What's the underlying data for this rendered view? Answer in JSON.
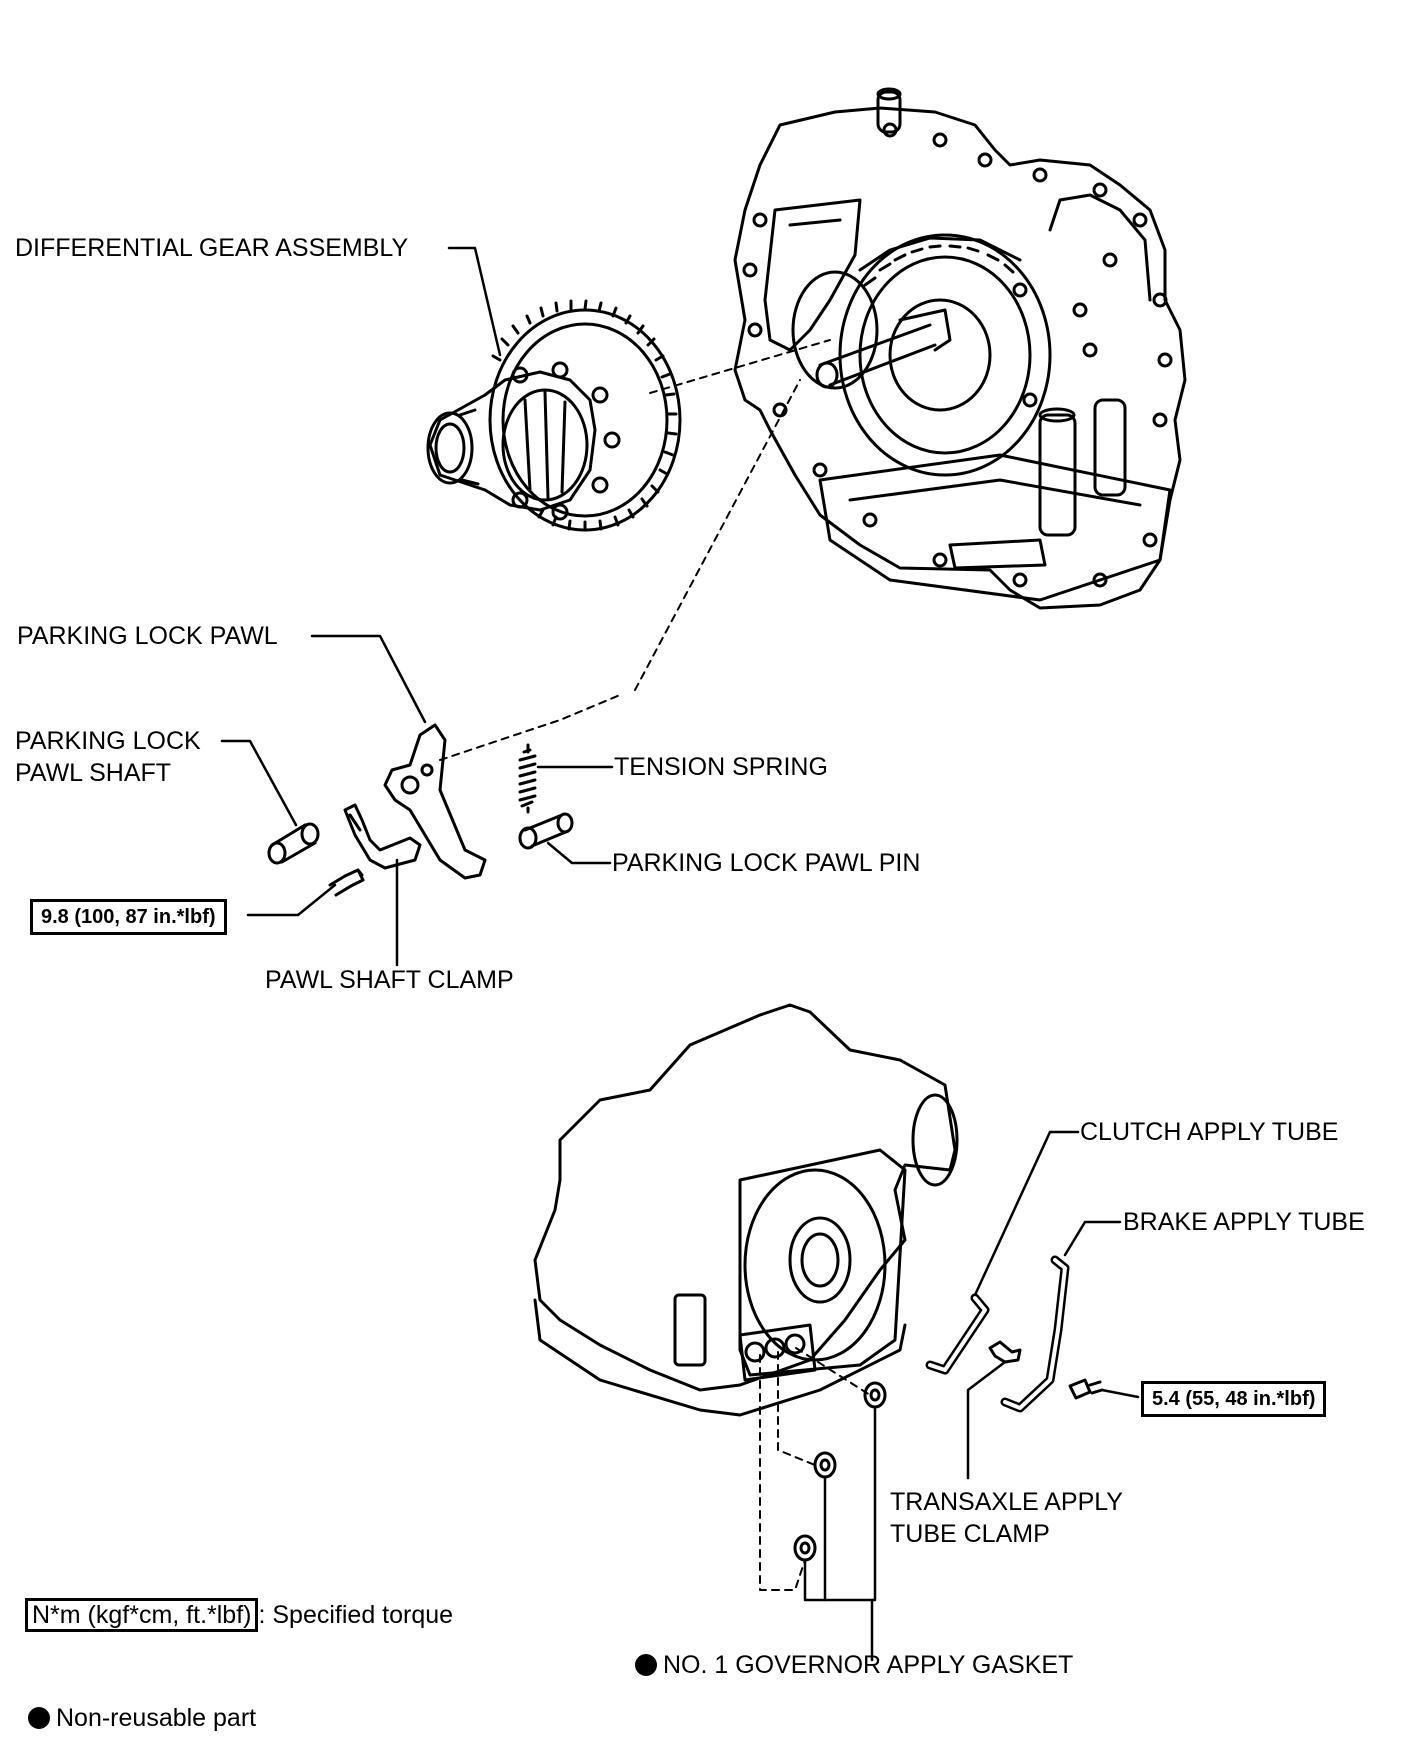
{
  "labels": {
    "differential_gear_assembly": "DIFFERENTIAL GEAR ASSEMBLY",
    "parking_lock_pawl": "PARKING LOCK PAWL",
    "parking_lock_pawl_shaft_line1": "PARKING LOCK",
    "parking_lock_pawl_shaft_line2": "PAWL SHAFT",
    "tension_spring": "TENSION SPRING",
    "parking_lock_pawl_pin": "PARKING LOCK PAWL PIN",
    "pawl_shaft_clamp": "PAWL SHAFT CLAMP",
    "clutch_apply_tube": "CLUTCH APPLY TUBE",
    "brake_apply_tube": "BRAKE APPLY TUBE",
    "transaxle_apply_tube_clamp_line1": "TRANSAXLE APPLY",
    "transaxle_apply_tube_clamp_line2": "TUBE CLAMP",
    "no1_governor_apply_gasket": "NO. 1 GOVERNOR APPLY GASKET"
  },
  "torque_specs": {
    "pawl_shaft_clamp_bolt": "9.8 (100, 87 in.*lbf)",
    "brake_tube_bolt": "5.4 (55, 48 in.*lbf)"
  },
  "legend": {
    "torque_unit": "N*m (kgf*cm, ft.*lbf)",
    "torque_desc": ": Specified torque",
    "non_reusable": "Non-reusable part"
  }
}
